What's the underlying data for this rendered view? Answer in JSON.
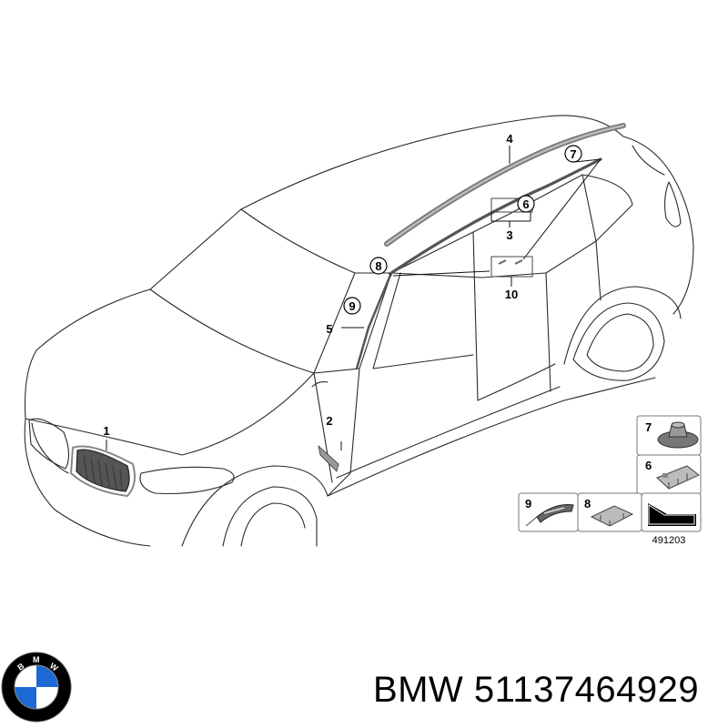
{
  "callouts": {
    "c1": "1",
    "c2": "2",
    "c3": "3",
    "c4": "4",
    "c5": "5",
    "c6": "6",
    "c7": "7",
    "c8": "8",
    "c9": "9",
    "c10": "10"
  },
  "legend": {
    "k7": "7",
    "k6": "6",
    "k9": "9",
    "k8": "8"
  },
  "diagram_number": "491203",
  "caption": {
    "brand": "BMW",
    "part_number": "51137464929",
    "full": "BMW 51137464929"
  },
  "logo": {
    "letters": "BMW",
    "colors": {
      "blue": "#1c69d4",
      "ring": "#000000",
      "white": "#ffffff"
    }
  }
}
